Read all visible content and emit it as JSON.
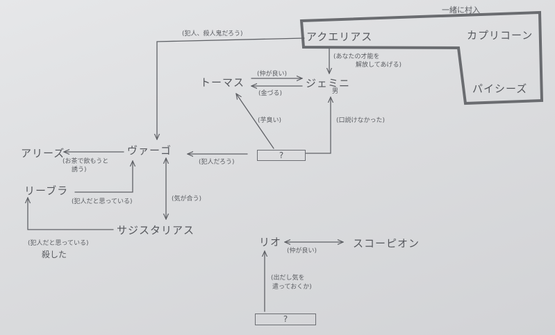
{
  "characters": {
    "aquarius": "アクエリアス",
    "capricorn": "カプリコーン",
    "pisces": "パイシーズ",
    "thomas": "トーマス",
    "gemini": "ジェミニ",
    "aries": "アリーズ",
    "virgo": "ヴァーゴ",
    "libra": "リーブラ",
    "sagittarius": "サジスタリアス",
    "leo": "リオ",
    "scorpion": "スコーピオン",
    "unknown_top": "?",
    "unknown_bottom": "?"
  },
  "group_label": "一緒に村入",
  "notes": {
    "virgo_to_aquarius": "(犯人、殺人鬼だろう)",
    "aquarius_to_gemini_1": "(あなたの才能を",
    "aquarius_to_gemini_2": "解放してあげる)",
    "gemini_gender": "男",
    "thomas_gemini_top": "(仲が良い)",
    "thomas_gemini_bottom": "(金づる)",
    "unknown_to_thomas": "(芋臭い)",
    "unknown_to_gemini": "(口説けなかった)",
    "unknown_to_virgo": "(犯人だろう)",
    "virgo_to_aries_1": "(お茶で飲もうと",
    "virgo_to_aries_2": "誘う)",
    "libra_to_virgo": "(犯人だと思っている)",
    "virgo_sagittarius": "(気が合う)",
    "sagittarius_to_libra_1": "(犯人だと思っている)",
    "sagittarius_to_libra_2": "殺した",
    "leo_scorpion": "(仲が良い)",
    "unknown_to_leo_1": "(出だし気を",
    "unknown_to_leo_2": "遣っておくか)"
  }
}
